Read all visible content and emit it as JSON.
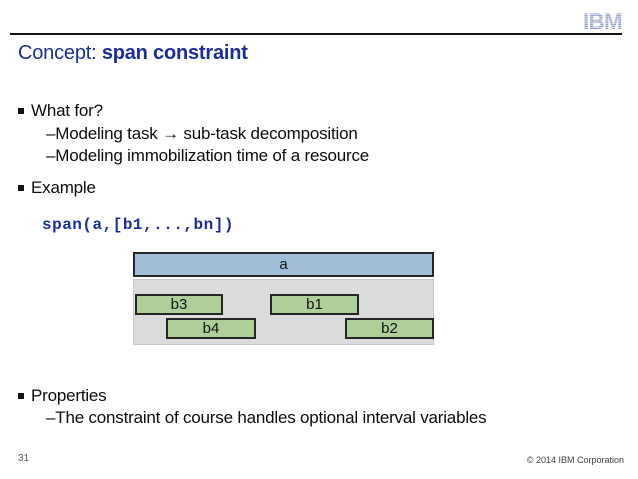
{
  "header": {
    "logo_text": "IBM",
    "logo_color": "#7d8abf",
    "title_regular": "Concept: ",
    "title_bold": "span constraint",
    "title_color": "#1b2d9e"
  },
  "content": {
    "what_for": {
      "label": "What for?",
      "sub1": "–Modeling task → sub-task decomposition",
      "sub2": "–Modeling immobilization time of a resource"
    },
    "example": {
      "label": "Example",
      "code": "span(a,[b1,...,bn])"
    },
    "properties": {
      "label": "Properties",
      "sub1": "–The constraint of course handles optional interval variables"
    }
  },
  "diagram": {
    "span_task": {
      "label": "a"
    },
    "sub_tasks": [
      {
        "label": "b3"
      },
      {
        "label": "b1"
      },
      {
        "label": "b4"
      },
      {
        "label": "b2"
      }
    ],
    "colors": {
      "span_fill": "#a2bdda",
      "sub_task_fill": "#aecf97",
      "area_fill": "#dcdcdc",
      "border": "#262626"
    }
  },
  "footer": {
    "page_number": "31",
    "copyright": "© 2014 IBM Corporation"
  }
}
